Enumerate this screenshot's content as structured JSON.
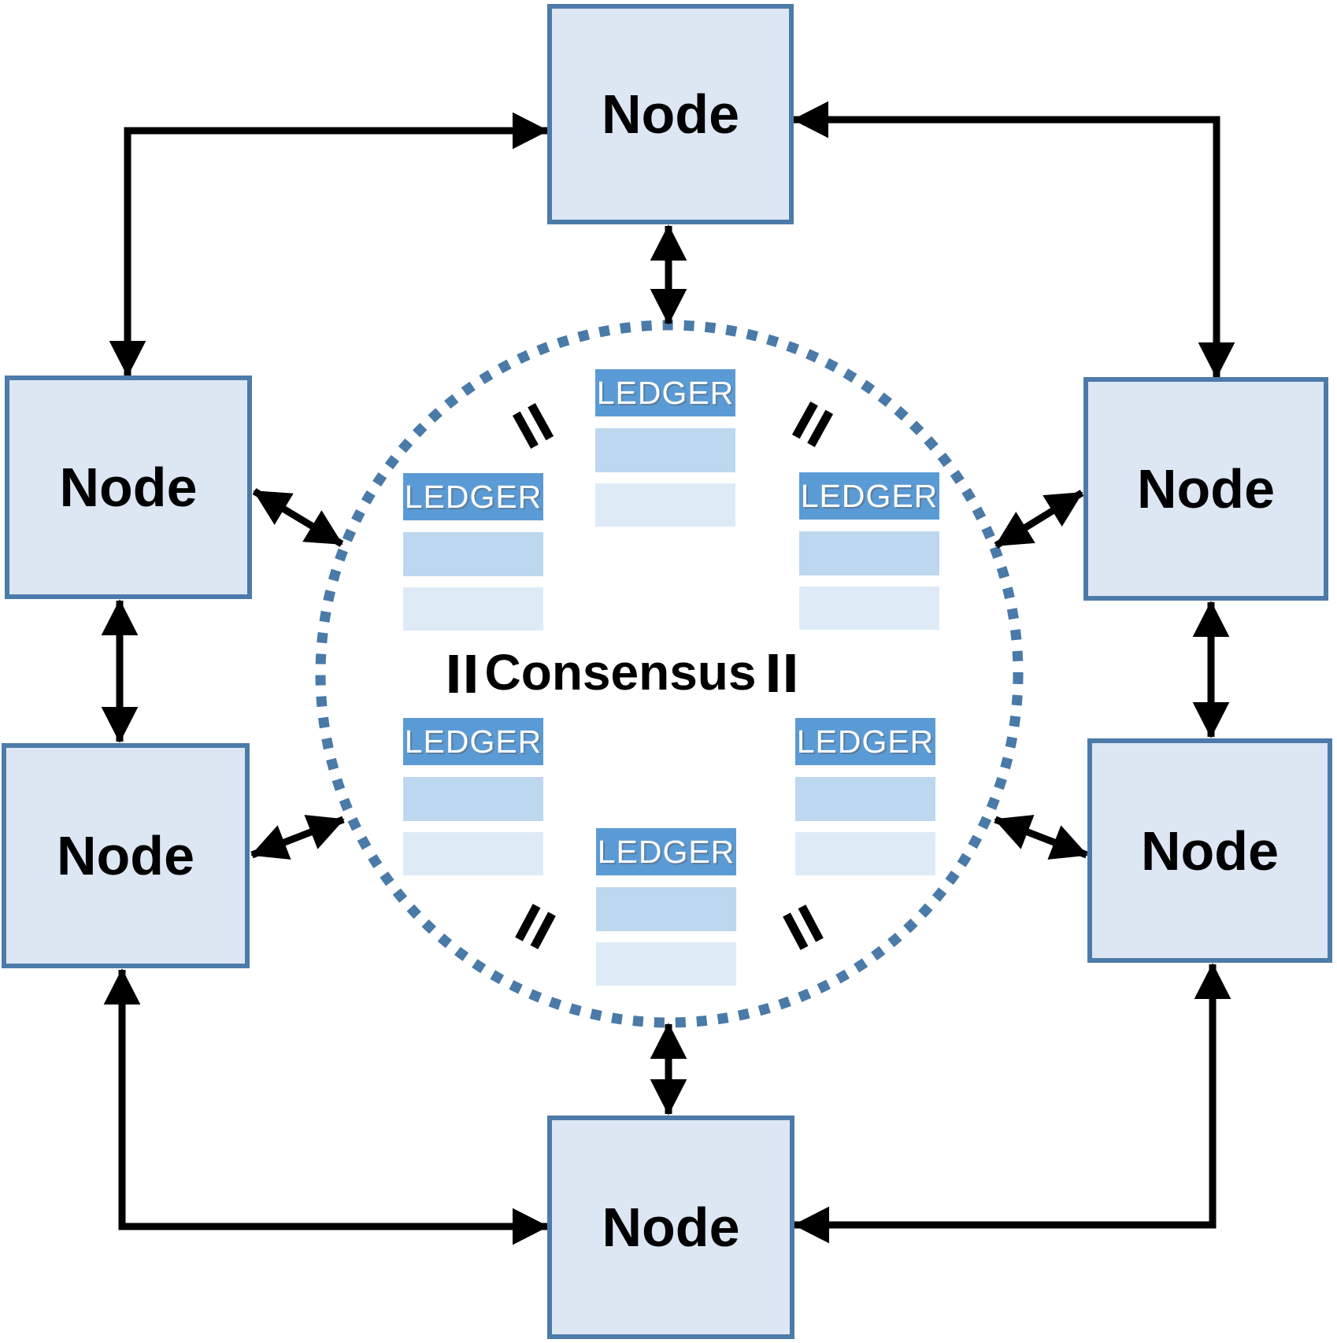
{
  "diagram_type": "blockchain-consensus-network",
  "consensus": {
    "label": "Consensus"
  },
  "nodes": [
    {
      "id": "top",
      "label": "Node"
    },
    {
      "id": "upper-left",
      "label": "Node"
    },
    {
      "id": "upper-right",
      "label": "Node"
    },
    {
      "id": "lower-left",
      "label": "Node"
    },
    {
      "id": "lower-right",
      "label": "Node"
    },
    {
      "id": "bottom",
      "label": "Node"
    }
  ],
  "ledgers": [
    {
      "id": "top",
      "header": "LEDGER",
      "rows": 2
    },
    {
      "id": "upper-left",
      "header": "LEDGER",
      "rows": 2
    },
    {
      "id": "upper-right",
      "header": "LEDGER",
      "rows": 2
    },
    {
      "id": "lower-left",
      "header": "LEDGER",
      "rows": 2
    },
    {
      "id": "lower-right",
      "header": "LEDGER",
      "rows": 2
    },
    {
      "id": "bottom",
      "header": "LEDGER",
      "rows": 2
    }
  ],
  "icons": {
    "equals": "="
  },
  "equals_mark_count": 6,
  "colors": {
    "node_fill": "#dce7f3",
    "node_border": "#4d7ba9",
    "ledger_header": "#5b9bd5",
    "ledger_row_light": "#bdd7ee",
    "ledger_row_lighter": "#deebf7",
    "circle_dots": "#4a7aa8",
    "arrows": "#000000",
    "text": "#000000"
  }
}
